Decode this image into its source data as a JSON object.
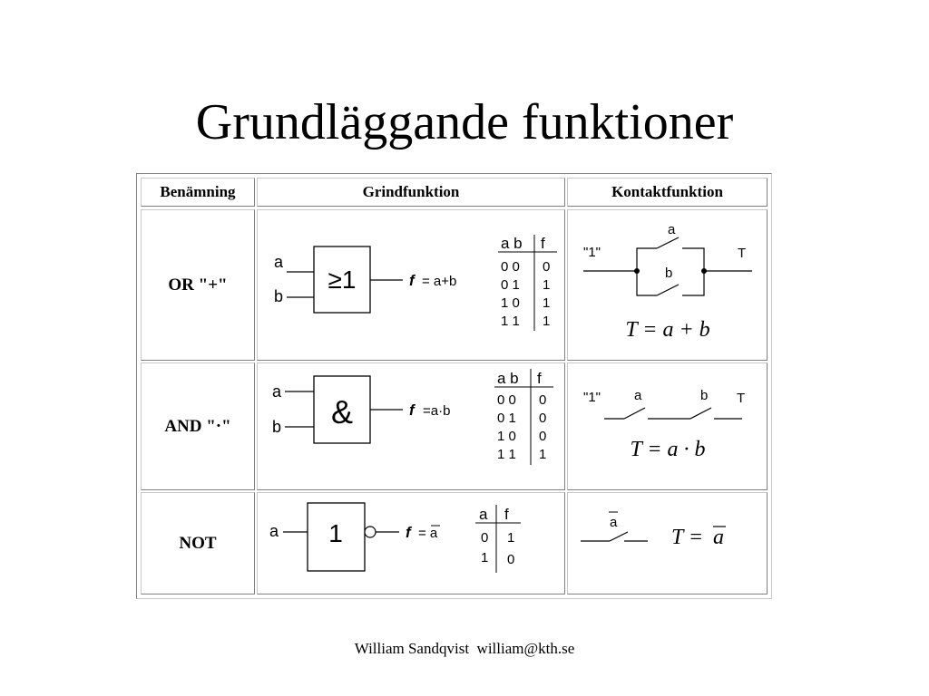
{
  "slide": {
    "title": "Grundläggande funktioner",
    "footer_name": "William Sandqvist",
    "footer_email": "william@kth.se"
  },
  "table": {
    "headers": [
      "Benämning",
      "Grindfunktion",
      "Kontaktfunktion"
    ],
    "rows": [
      {
        "name": "OR \"+\"",
        "gate": {
          "input_a": "a",
          "input_b": "b",
          "symbol": "≥1",
          "output_var": "f",
          "output_expr": "= a+b",
          "truth_headers": [
            "a b",
            "f"
          ],
          "truth_rows": [
            [
              "0 0",
              "0"
            ],
            [
              "0 1",
              "1"
            ],
            [
              "1 0",
              "1"
            ],
            [
              "1 1",
              "1"
            ]
          ]
        },
        "contact": {
          "source": "\"1\"",
          "contact_a": "a",
          "contact_b": "b",
          "terminal": "T",
          "formula": "T = a + b"
        }
      },
      {
        "name": "AND \"·\"",
        "gate": {
          "input_a": "a",
          "input_b": "b",
          "symbol": "&",
          "output_var": "f",
          "output_expr": "=a·b",
          "truth_headers": [
            "a b",
            "f"
          ],
          "truth_rows": [
            [
              "0 0",
              "0"
            ],
            [
              "0 1",
              "0"
            ],
            [
              "1 0",
              "0"
            ],
            [
              "1 1",
              "1"
            ]
          ]
        },
        "contact": {
          "source": "\"1\"",
          "contact_a": "a",
          "contact_b": "b",
          "terminal": "T",
          "formula": "T = a · b"
        }
      },
      {
        "name": "NOT",
        "gate": {
          "input_a": "a",
          "symbol": "1",
          "output_var": "f",
          "output_expr": "= a",
          "truth_headers": [
            "a",
            "f"
          ],
          "truth_rows": [
            [
              "0",
              "1"
            ],
            [
              "1",
              "0"
            ]
          ]
        },
        "contact": {
          "contact_a": "a",
          "formula_lhs": "T =",
          "formula_rhs": "a"
        }
      }
    ]
  }
}
